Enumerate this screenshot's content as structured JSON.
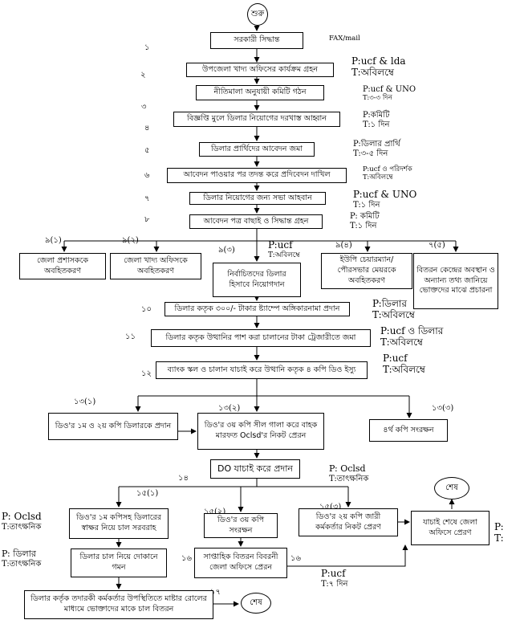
{
  "start_label": "শুরু",
  "fax_label": "FAX/mail",
  "steps": [
    {
      "num": "১",
      "text": "সরকারী সিদ্ধান্ত"
    },
    {
      "num": "২",
      "text": "উপজেলা খাদ্য অফিসের কার্যক্রম গ্রহন",
      "p": "P:ucf & lda",
      "t": "T:অবিলম্বে"
    },
    {
      "num": "",
      "text": "নীতিমালা অনুযায়ী কমিটি গঠন",
      "p": "P:ucf & UNO",
      "t": "T:৩-৩ দিন"
    },
    {
      "num": "৩",
      "text": "",
      "p": "",
      "t": ""
    },
    {
      "num": "৪",
      "text": "বিজ্ঞপ্তি মুলে ডিলার নিয়োগের দরখাস্ত আহ্বান",
      "p": "P:কমিটি",
      "t": "T:১ দিন"
    },
    {
      "num": "৫",
      "text": "ডিলার প্রার্থিদের আবেদন জমা",
      "p": "P:ডিলার প্রার্থি",
      "t": "T:৩-৫ দিন"
    },
    {
      "num": "৬",
      "text": "আবেদন পাওয়ার পর তদন্ত করে প্রদিবেদন দাখিল",
      "p": "P:ucf ও পরিদর্শক",
      "t": "T:অবিলম্বে"
    },
    {
      "num": "৭",
      "text": "ডিলার নিয়োগের জন্য সভা আহবান",
      "p": "P:ucf & UNO",
      "t": "T:১ দিন"
    },
    {
      "num": "৮",
      "text": "আবেদন পত্র বাছাই ও সিদ্ধান্ত গ্রহন",
      "p": "P: কমিটি",
      "t": "T:১ দিন"
    }
  ],
  "branch9": [
    {
      "num": "৯(১)",
      "text": "জেলা প্রশাসককে অবহিতকরণ"
    },
    {
      "num": "৯(২)",
      "text": "জেলা খাদ্য অফিসকে অবহিতকরণ"
    },
    {
      "num": "৯(৩)",
      "text": "নির্বাচিতদের ডিলার হিসাবে নিয়োগদান",
      "p": "P:ucf",
      "t": "T:অবিলম্বে"
    },
    {
      "num": "৯(৪)",
      "text": "ইউপি চেয়ারম্যান/ পৌরসভার মেয়রকে অবহিতকরণ"
    },
    {
      "num": "৭(৫)",
      "text": "বিতরন কেন্দ্রের অবস্থান ও অন্যান্য তথ্য জানিয়ে ভোক্তদের মাঝে প্রচারনা"
    }
  ],
  "step10": {
    "num": "১০",
    "text": "ডিলার কতৃক ৩০০/- টাকার ষ্ট্যাম্পে অঙ্গিকারনামা প্রদান",
    "p": "P:ডিলার",
    "t": "T:অবিলম্বে"
  },
  "step11": {
    "num": "১১",
    "text": "ডিলার কতৃক উত্থানির পাশ করা চালানের টাকা ট্রেজারীতে জমা",
    "p": "P:ucf ও ডিলার",
    "t": "T:অবিলম্বে"
  },
  "step12": {
    "num": "১২",
    "text": "ব্যাংক স্কল ও চালান যাচাই করে উত্থানি কতৃক ৪ কপি ডিও ইস্যু",
    "p": "P:ucf",
    "t": "T:অবিলম্বে"
  },
  "branch13": [
    {
      "num": "১৩(১)",
      "text": "ডিও'র ১ম ও ২য় কপি ডিলারকে প্রদান"
    },
    {
      "num": "১৩(২)",
      "text": "ডিও'র ৩য় কপি সীল গালা করে বাহক মারফত Oclsd'র নিকট প্রেরন"
    },
    {
      "num": "১৩(৩)",
      "text": "৪র্থ কপি সংরক্ষন"
    }
  ],
  "step14": {
    "num": "১৪",
    "text": "DO যাচাই করে প্রদান",
    "p": "P: Oclsd",
    "t": "T:তাৎক্ষনিক"
  },
  "branch15": [
    {
      "num": "১৫(১)",
      "text": "ডিও'র ১ম কপিসহ ডিলারের স্বাক্ষর নিয়ে চাল সরবরাহ",
      "p": "P: Oclsd",
      "t": "T:তাৎক্ষনিক"
    },
    {
      "num": "১৫(২)",
      "text": "ডিও'র ৩য় কপি সংরক্ষন"
    },
    {
      "num": "১৫(৩)",
      "text": "ডিও'র ২য় কপি জারী কর্মকর্তার নিকট প্রেরণ"
    }
  ],
  "step15b": {
    "text": "ডিলার চাল নিয়ে দোকানে গমন",
    "p": "P: ডিলার",
    "t": "T:তাৎক্ষনিক"
  },
  "step16": {
    "num": "১৬",
    "num2": "১৬",
    "text": "সাপ্তাহিক বিতরন বিবরনী জেলা অফিসে প্রেরন",
    "p": "P:ucf",
    "t": "T:৭ দিন"
  },
  "step17": {
    "num": "১৭",
    "text": "ডিলার কর্তৃক তদারকী কর্মকর্তার উপস্থিতিতে মাষ্টার রোলের মাধ্যমে ভোক্তাদের মাকে চাল বিতরন"
  },
  "verify_box": {
    "text": "যাচাই শেষে জেলা অফিসে প্রেরণ",
    "p": "P:",
    "t": "T:"
  },
  "end_label_top": "শেষ",
  "end_label_bottom": "শেষ"
}
